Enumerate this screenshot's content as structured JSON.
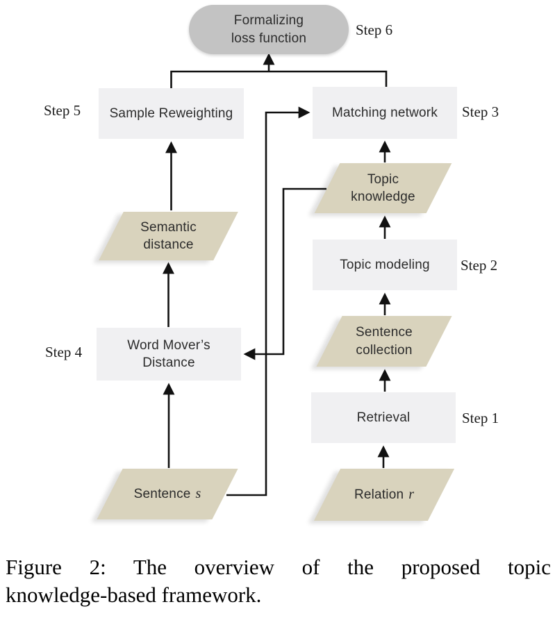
{
  "figure": {
    "caption_line1": "Figure 2:  The overview of the proposed topic",
    "caption_line2": "knowledge-based framework."
  },
  "nodes": {
    "formalizing_loss": {
      "label": "Formalizing\nloss function",
      "shape": "terminator"
    },
    "sample_reweighting": {
      "label": "Sample Reweighting",
      "shape": "process"
    },
    "matching_network": {
      "label": "Matching network",
      "shape": "process"
    },
    "semantic_distance": {
      "label": "Semantic\ndistance",
      "shape": "data"
    },
    "topic_knowledge": {
      "label": "Topic\nknowledge",
      "shape": "data"
    },
    "topic_modeling": {
      "label": "Topic modeling",
      "shape": "process"
    },
    "word_movers_distance": {
      "label": "Word Mover’s\nDistance",
      "shape": "process"
    },
    "sentence_collection": {
      "label": "Sentence\ncollection",
      "shape": "data"
    },
    "retrieval": {
      "label": "Retrieval",
      "shape": "process"
    },
    "sentence_s": {
      "label": "Sentence",
      "variable": "s",
      "shape": "data"
    },
    "relation_r": {
      "label": "Relation",
      "variable": "r",
      "shape": "data"
    }
  },
  "steps": {
    "s1": "Step 1",
    "s2": "Step 2",
    "s3": "Step 3",
    "s4": "Step 4",
    "s5": "Step 5",
    "s6": "Step 6"
  },
  "colors": {
    "process_fill": "#f0f0f2",
    "data_fill": "#d9d3bd",
    "terminator_fill": "#c3c3c3",
    "line": "#111111",
    "text": "#2b2b2b"
  }
}
